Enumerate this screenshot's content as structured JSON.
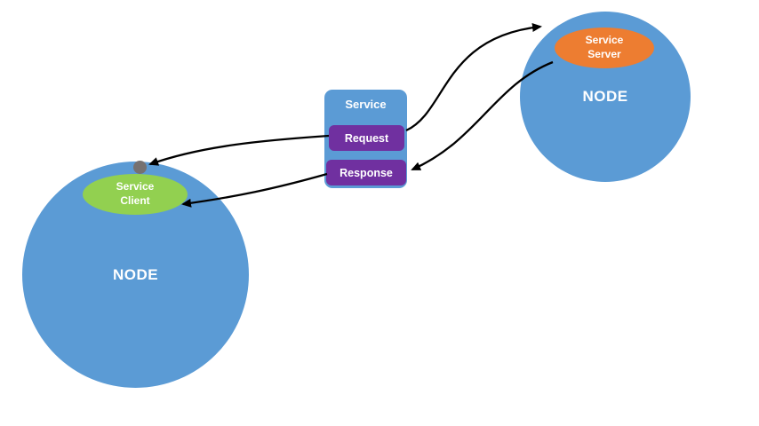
{
  "diagram": {
    "left_node": {
      "label": "NODE",
      "client": {
        "label": "Service\nClient"
      }
    },
    "right_node": {
      "label": "NODE",
      "server": {
        "label": "Service\nServer"
      }
    },
    "service": {
      "title": "Service",
      "request": "Request",
      "response": "Response"
    },
    "connections": [
      {
        "from": "request-box",
        "to": "service-server"
      },
      {
        "from": "service-server",
        "to": "response-box"
      },
      {
        "from": "response-box",
        "to": "service-client"
      },
      {
        "from": "request-box",
        "to": "client-connection-dot"
      }
    ],
    "colors": {
      "node_fill": "#5b9bd5",
      "client_fill": "#92d050",
      "server_fill": "#ed7d31",
      "message_fill": "#7030a0",
      "connection_dot": "#767171",
      "arrow": "#000000",
      "background": "#ffffff",
      "text": "#ffffff"
    }
  }
}
